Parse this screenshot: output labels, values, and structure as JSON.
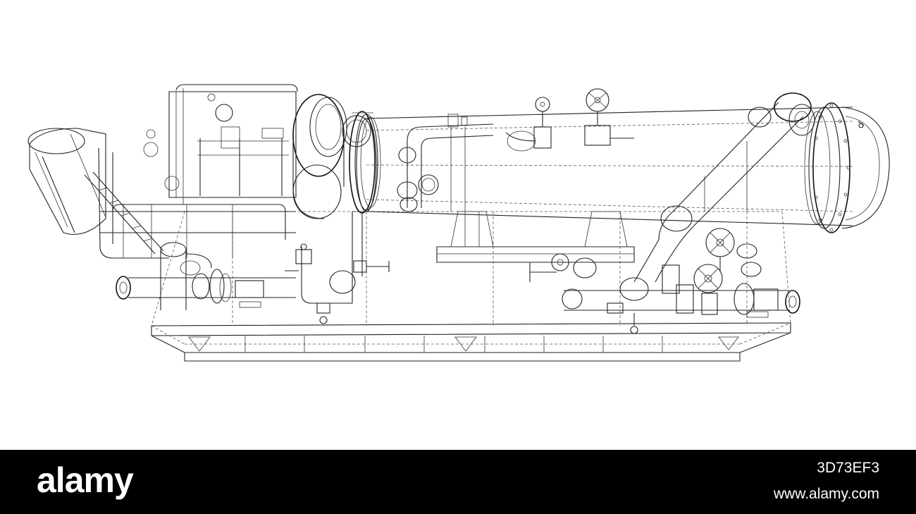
{
  "watermark": {
    "brand": "alamy",
    "image_id": "3D73EF3",
    "url": "www.alamy.com"
  },
  "colors": {
    "background": "#ffffff",
    "line": "#222222",
    "footer": "#000000",
    "footer_text": "#ffffff"
  }
}
